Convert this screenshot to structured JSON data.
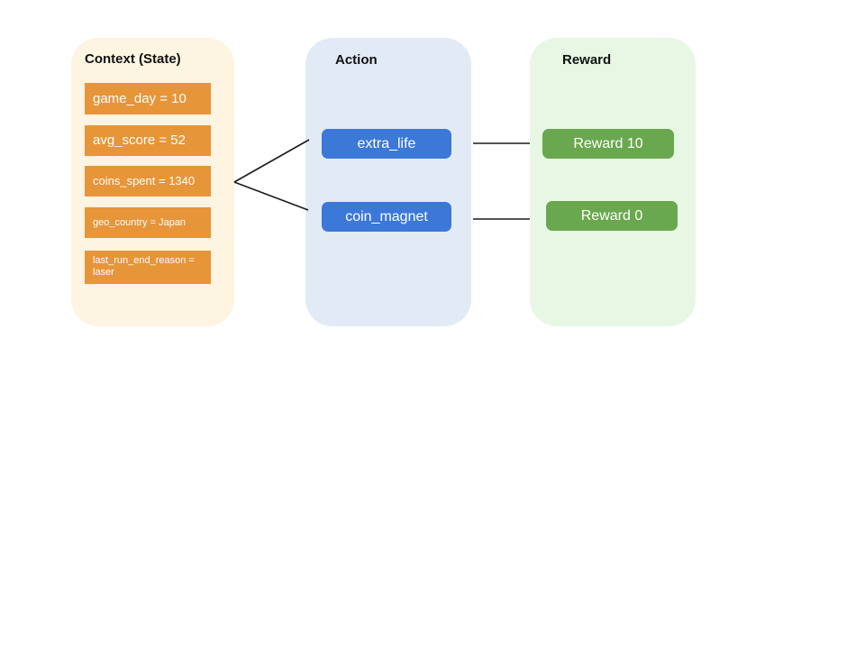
{
  "diagram": {
    "context": {
      "title": "Context (State)",
      "items": [
        {
          "label": "game_day = 10"
        },
        {
          "label": "avg_score = 52"
        },
        {
          "label": "coins_spent = 1340"
        },
        {
          "label": "geo_country = Japan"
        },
        {
          "label": "last_run_end_reason = laser"
        }
      ]
    },
    "action": {
      "title": "Action",
      "items": [
        {
          "label": "extra_life"
        },
        {
          "label": "coin_magnet"
        }
      ]
    },
    "reward": {
      "title": "Reward",
      "items": [
        {
          "label": "Reward 10"
        },
        {
          "label": "Reward 0"
        }
      ]
    },
    "colors": {
      "context_panel": "#FDF4E1",
      "context_box": "#E69539",
      "action_panel": "#E2EAF6",
      "action_box": "#3C78D8",
      "reward_panel": "#E7F7E4",
      "reward_box": "#6AA84F",
      "connector": "#1b1b1b",
      "box_text": "#ffffff",
      "title_text": "#111111"
    }
  }
}
